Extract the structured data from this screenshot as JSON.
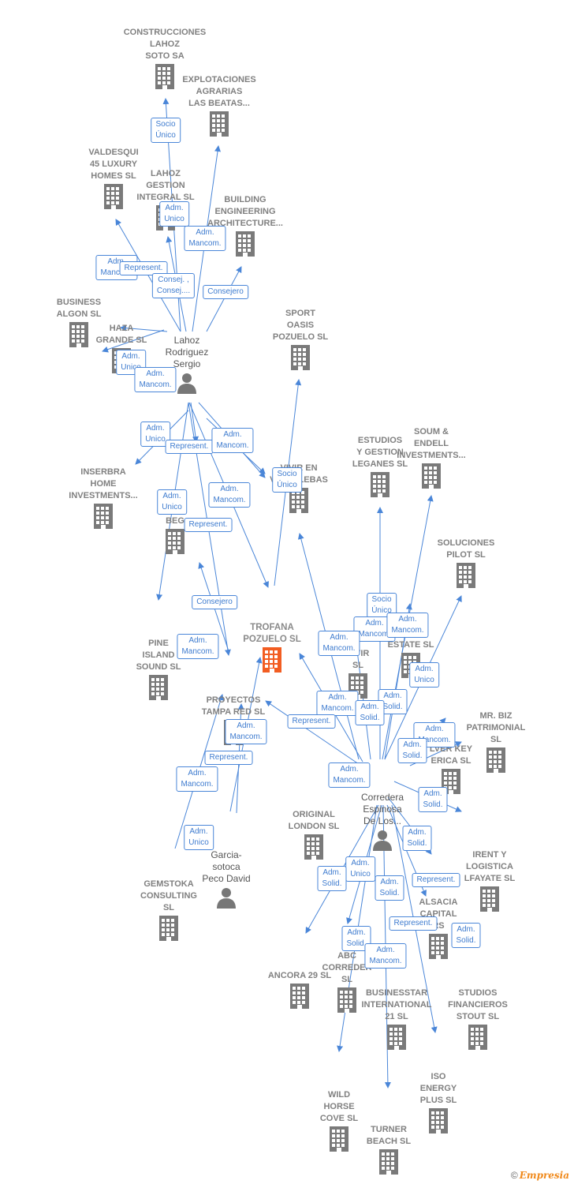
{
  "colors": {
    "link": "#4a86d8",
    "company": "#7a7a7a",
    "main": "#f25d22",
    "label": "#808080"
  },
  "nodes": {
    "construcciones": {
      "name": "CONSTRUCCIONES\nLAHOZ\nSOTO SA",
      "icon": "building-icon"
    },
    "explotaciones": {
      "name": "EXPLOTACIONES\nAGRARIAS\nLAS BEATAS...",
      "icon": "building-icon"
    },
    "valdesqui": {
      "name": "VALDESQUI\n45 LUXURY\nHOMES  SL",
      "icon": "building-icon"
    },
    "lahozgestion": {
      "name": "LAHOZ\nGESTION\nINTEGRAL  SL",
      "icon": "building-icon"
    },
    "building": {
      "name": "BUILDING\nENGINEERING\nARCHITECTURE...",
      "icon": "building-icon"
    },
    "business": {
      "name": "BUSINESS\nALGON SL",
      "icon": "building-icon"
    },
    "haza": {
      "name": "HAZA\nGRANDE SL",
      "icon": "building-icon"
    },
    "lahozperson": {
      "name": "Lahoz\nRodriguez\nSergio",
      "icon": "person-icon"
    },
    "sport": {
      "name": "SPORT\nOASIS\nPOZUELO  SL",
      "icon": "building-icon"
    },
    "estudios": {
      "name": "ESTUDIOS\nY GESTION\nLEGANES  SL",
      "icon": "building-icon"
    },
    "soum": {
      "name": "SOUM &\nENDELL\nINVESTMENTS...",
      "icon": "building-icon"
    },
    "inserbra": {
      "name": "INSERBRA\nHOME\nINVESTMENTS...",
      "icon": "building-icon"
    },
    "vivir": {
      "name": "VIVIR EN\nVALDELEBAS",
      "icon": "building-icon"
    },
    "ldc": {
      "name": "LDC\nBEG",
      "icon": "building-icon"
    },
    "soluciones": {
      "name": "SOLUCIONES\nPILOT SL",
      "icon": "building-icon"
    },
    "trofana": {
      "name": "TROFANA\nPOZUELO  SL",
      "icon": "building-icon-main"
    },
    "pine": {
      "name": "PINE\nISLAND\nSOUND  SL",
      "icon": "building-icon"
    },
    "vivir2": {
      "name": "VIVIR\nSL",
      "icon": "building-icon"
    },
    "estate": {
      "name": "ESTATE  SL",
      "icon": "building-icon"
    },
    "proyectos": {
      "name": "PROYECTOS\nTAMPA RED  SL",
      "icon": "building-icon"
    },
    "mrbiz": {
      "name": "MR.  BIZ\nPATRIMONIAL\nSL",
      "icon": "building-icon"
    },
    "silverkey": {
      "name": "LVER KEY\nERICA  SL",
      "icon": "building-icon"
    },
    "original": {
      "name": "ORIGINAL\nLONDON  SL",
      "icon": "building-icon"
    },
    "corredera": {
      "name": "Corredera\nEspinosa\nDe Los...",
      "icon": "person-icon"
    },
    "garcia": {
      "name": "Garcia-\nsotoca\nPeco David",
      "icon": "person-icon"
    },
    "irent": {
      "name": "IRENT Y\nLOGISTICA\nLFAYATE  SL",
      "icon": "building-icon"
    },
    "gemstoka": {
      "name": "GEMSTOKA\nCONSULTING\nSL",
      "icon": "building-icon"
    },
    "alsacia": {
      "name": "ALSACIA\nCAPITAL\nRS",
      "icon": "building-icon"
    },
    "ancora": {
      "name": "ANCORA 29  SL",
      "icon": "building-icon"
    },
    "abc": {
      "name": "ABC\nCORREDER\nSL",
      "icon": "building-icon"
    },
    "businesstar": {
      "name": "BUSINESSTAR\nINTERNATIONAL\n21  SL",
      "icon": "building-icon"
    },
    "studios": {
      "name": "STUDIOS\nFINANCIEROS\nSTOUT  SL",
      "icon": "building-icon"
    },
    "iso": {
      "name": "ISO\nENERGY\nPLUS  SL",
      "icon": "building-icon"
    },
    "wild": {
      "name": "WILD\nHORSE\nCOVE  SL",
      "icon": "building-icon"
    },
    "turner": {
      "name": "TURNER\nBEACH  SL",
      "icon": "building-icon"
    }
  },
  "edges": {
    "e1": "Socio\nÚnico",
    "e2": "Adm.\nUnico",
    "e3": "Adm.\nMancom.",
    "e4": "Adm.\nMancom.",
    "e5": "Represent.",
    "e6": "Consej. ,\nConsej....",
    "e7": "Consejero",
    "e8": "Adm.\nUnico",
    "e9": "Adm.\nMancom.",
    "e10": "Adm.\nUnico",
    "e11": "Represent.",
    "e12": "Adm.\nMancom.",
    "e13": "Socio\nÚnico",
    "e14": "Adm.\nUnico",
    "e15": "Adm.\nMancom.",
    "e16": "Represent.",
    "e17": "Consejero",
    "e18": "Adm.\nMancom.",
    "e19": "Socio\nÚnico",
    "e20": "Adm.\nMancom.",
    "e21": "Adm.\nMancom.",
    "e22": "Adm.\nMancom.",
    "e23": "Adm.\nUnico",
    "e24": "Adm.\nMancom.",
    "e25": "Adm.\nSolid.",
    "e26": "Adm.\nSolid.",
    "e27": "Represent.",
    "e28": "Adm.\nMancom.",
    "e29": "Adm.\nSolid.",
    "e30": "Adm.\nMancom.",
    "e31": "Adm.\nMancom.",
    "e32": "Represent.",
    "e33": "Adm.\nMancom.",
    "e34": "Adm.\nUnico",
    "e35": "Adm.\nSolid.",
    "e36": "Adm.\nSolid.",
    "e37": "Adm.\nUnico",
    "e38": "Adm.\nSolid.",
    "e39": "Represent.",
    "e40": "Represent.",
    "e41": "Adm.\nSolid.",
    "e42": "Adm.\nSolid.",
    "e43": "Adm.\nSolid.",
    "e44": "Adm.\nMancom."
  },
  "footer": {
    "copyright": "©",
    "brand": "Empresia"
  }
}
